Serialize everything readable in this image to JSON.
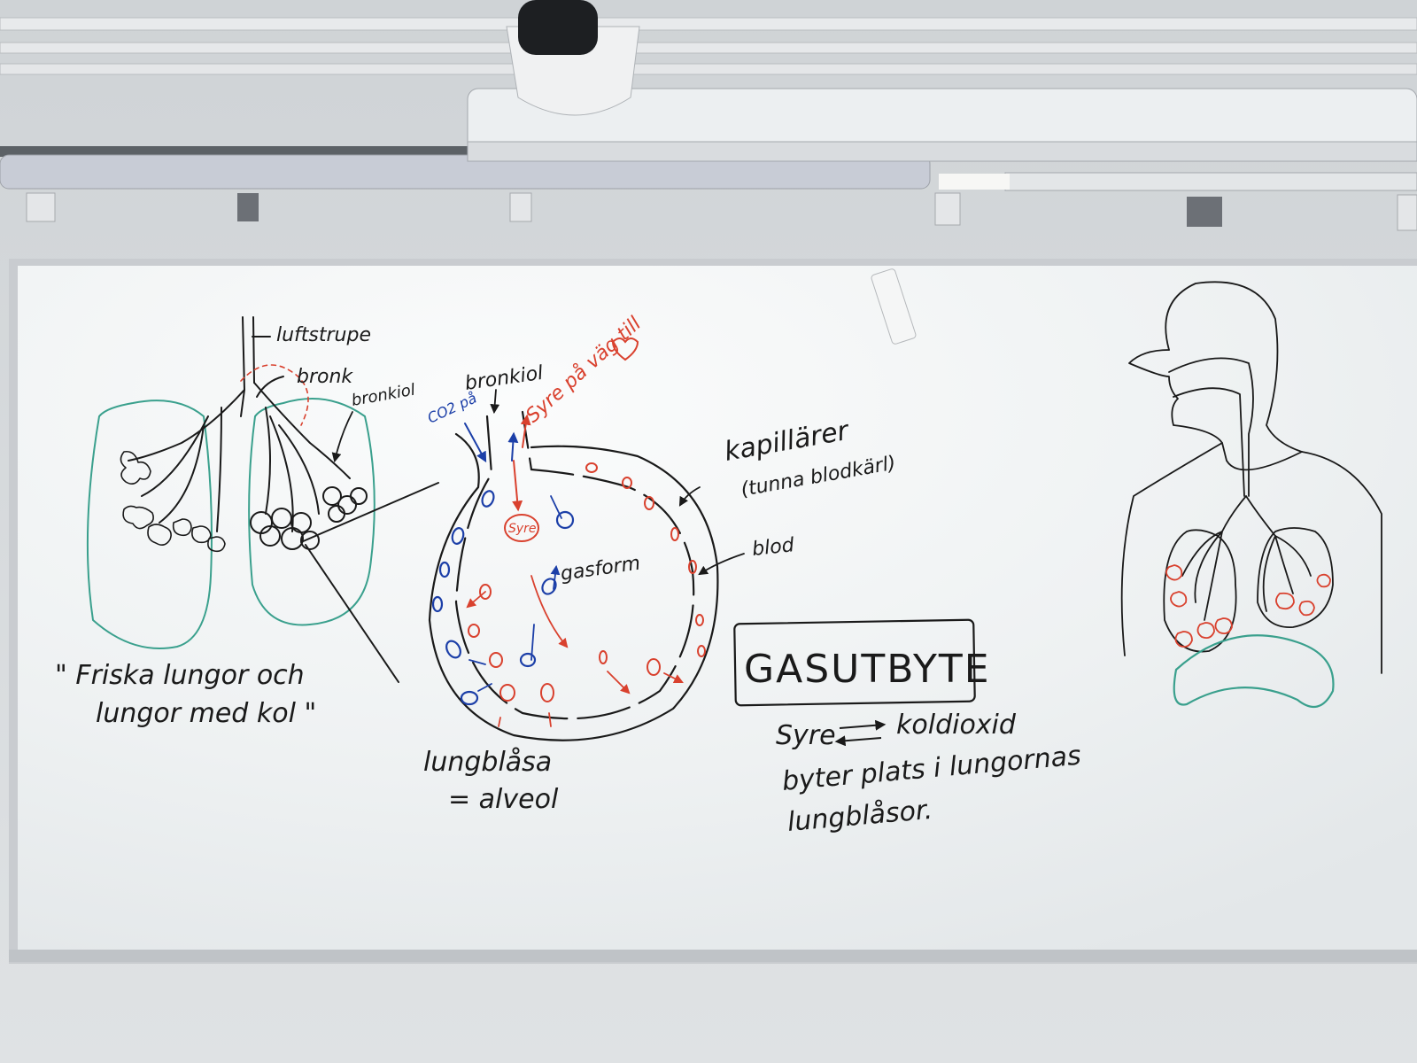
{
  "labels": {
    "luftstrupe": "luftstrupe",
    "bronk": "bronk",
    "bronkiol_left": "bronkiol",
    "co2_tag": "CO2 på",
    "bronkiol_center": "bronkiol",
    "syre_tag": "Syre på väg till",
    "kapillarer": "kapillärer",
    "tunna_blodkarl": "(tunna blodkärl)",
    "blod": "blod",
    "gasform": "gasform",
    "syre_bubble": "Syre",
    "lungblasa": "lungblåsa",
    "alveol": "= alveol",
    "quote_line1": "\" Friska lungor och",
    "quote_line2": "lungor med kol \"",
    "gasutbyte": "GASUTBYTE",
    "exchange_syre": "Syre",
    "exchange_koldioxid": "koldioxid",
    "exchange_line2": "byter plats i lungornas",
    "exchange_line3": "lungblåsor."
  },
  "colors": {
    "black_ink": "#1a1a1a",
    "blue_ink": "#1c3fa8",
    "red_ink": "#d9412e",
    "green_ink": "#3aa08d",
    "board": "#eef1f2",
    "wall": "#d4d7da"
  }
}
